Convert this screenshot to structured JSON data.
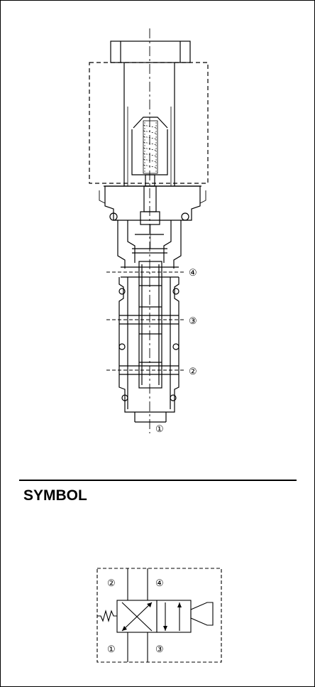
{
  "section": {
    "title": "SYMBOL"
  },
  "ports": {
    "p1": "①",
    "p2": "②",
    "p3": "③",
    "p4": "④"
  },
  "symbol_ports": {
    "top_left": "②",
    "top_right": "④",
    "bottom_left": "①",
    "bottom_right": "③"
  },
  "colors": {
    "ink": "#000000",
    "paper": "#ffffff"
  }
}
